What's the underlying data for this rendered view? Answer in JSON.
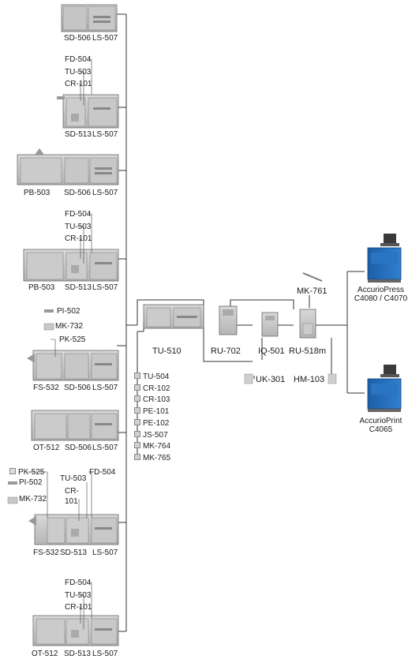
{
  "finishing_configs": [
    {
      "id": "cfg1",
      "units": [
        "SD-506",
        "LS-507"
      ]
    },
    {
      "id": "cfg2",
      "units": [
        "FD-504",
        "TU-503",
        "CR-101",
        "SD-513",
        "LS-507"
      ]
    },
    {
      "id": "cfg3",
      "units": [
        "PB-503",
        "SD-506",
        "LS-507"
      ]
    },
    {
      "id": "cfg4",
      "units": [
        "FD-504",
        "TU-503",
        "CR-101",
        "PB-503",
        "SD-513",
        "LS-507"
      ]
    },
    {
      "id": "cfg5",
      "units": [
        "PI-502",
        "MK-732",
        "PK-525",
        "FS-532",
        "SD-506",
        "LS-507"
      ]
    },
    {
      "id": "cfg6",
      "units": [
        "OT-512",
        "SD-506",
        "LS-507"
      ]
    },
    {
      "id": "cfg7",
      "units": [
        "PK-525",
        "PI-502",
        "MK-732",
        "TU-503",
        "CR-101",
        "FD-504",
        "FS-532",
        "SD-513",
        "LS-507"
      ]
    },
    {
      "id": "cfg8",
      "units": [
        "FD-504",
        "TU-503",
        "CR-101",
        "OT-512",
        "SD-513",
        "LS-507"
      ]
    }
  ],
  "labels": {
    "sd506": "SD-506",
    "ls507": "LS-507",
    "fd504": "FD-504",
    "tu503": "TU-503",
    "cr101": "CR-101",
    "sd513": "SD-513",
    "pb503": "PB-503",
    "pi502": "PI-502",
    "mk732": "MK-732",
    "pk525": "PK-525",
    "fs532": "FS-532",
    "ot512": "OT-512",
    "cr101_a": "CR-",
    "cr101_b": "101",
    "tu510": "TU-510",
    "ru702": "RU-702",
    "iq501": "IQ-501",
    "ru518m": "RU-518m",
    "mk761": "MK-761",
    "uk301": "UK-301",
    "hm103": "HM-103"
  },
  "tu510_options": [
    "TU-504",
    "CR-102",
    "CR-103",
    "PE-101",
    "PE-102",
    "JS-507",
    "MK-764",
    "MK-765"
  ],
  "main_units": {
    "press": {
      "name": "AccurioPress",
      "models": "C4080 / C4070"
    },
    "print": {
      "name": "AccurioPrint",
      "models": "C4065"
    }
  },
  "colors": {
    "machine_gray": "#c9c9c9",
    "machine_dark": "#8c8c8c",
    "line": "#333333",
    "engine_blue": "#1a63b0"
  }
}
